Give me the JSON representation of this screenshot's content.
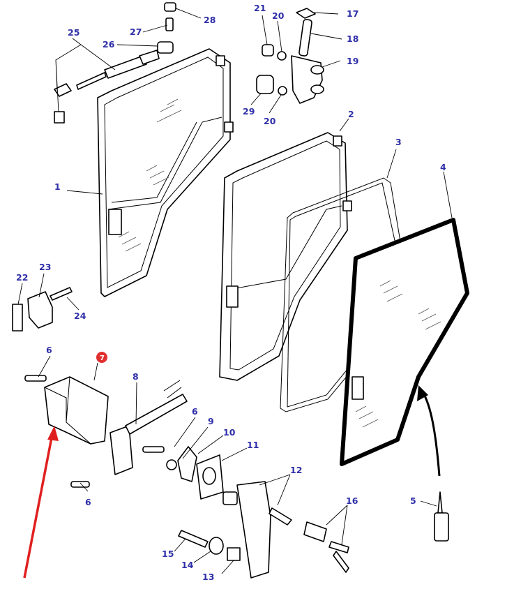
{
  "callouts": {
    "c1": "1",
    "c2": "2",
    "c3": "3",
    "c4": "4",
    "c5": "5",
    "c6a": "6",
    "c6b": "6",
    "c6c": "6",
    "c7": "7",
    "c8": "8",
    "c9": "9",
    "c10": "10",
    "c11": "11",
    "c12": "12",
    "c13": "13",
    "c14": "14",
    "c15": "15",
    "c16": "16",
    "c17": "17",
    "c18": "18",
    "c19": "19",
    "c20a": "20",
    "c20b": "20",
    "c21": "21",
    "c22": "22",
    "c23": "23",
    "c24": "24",
    "c25": "25",
    "c26": "26",
    "c27": "27",
    "c28": "28",
    "c29": "29"
  },
  "colors": {
    "callout_text": "#2f2fa8",
    "highlight_badge": "#e03030",
    "highlight_arrow": "#e02020",
    "line": "#000000"
  }
}
